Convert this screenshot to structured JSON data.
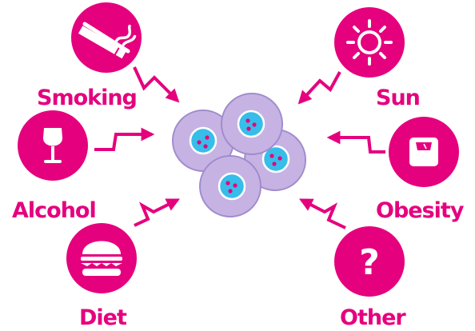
{
  "colors": {
    "accent": "#e5007e",
    "cell_fill": "#c6b3e3",
    "cell_stroke": "#a08ccd",
    "nucleus": "#37bde9",
    "nucleus_dots": "#e5007e",
    "icon_glyph": "#ffffff"
  },
  "factors": [
    {
      "id": "smoking",
      "label": "Smoking",
      "icon": "smoking-icon"
    },
    {
      "id": "alcohol",
      "label": "Alcohol",
      "icon": "wine-glass-icon"
    },
    {
      "id": "diet",
      "label": "Diet",
      "icon": "burger-icon"
    },
    {
      "id": "sun",
      "label": "Sun",
      "icon": "sun-icon"
    },
    {
      "id": "obesity",
      "label": "Obesity",
      "icon": "scale-icon"
    },
    {
      "id": "other",
      "label": "Other",
      "icon": "question-mark-icon"
    }
  ],
  "center": {
    "icon": "cell-cluster-icon",
    "cell_count": 4
  },
  "other_glyph": "?"
}
